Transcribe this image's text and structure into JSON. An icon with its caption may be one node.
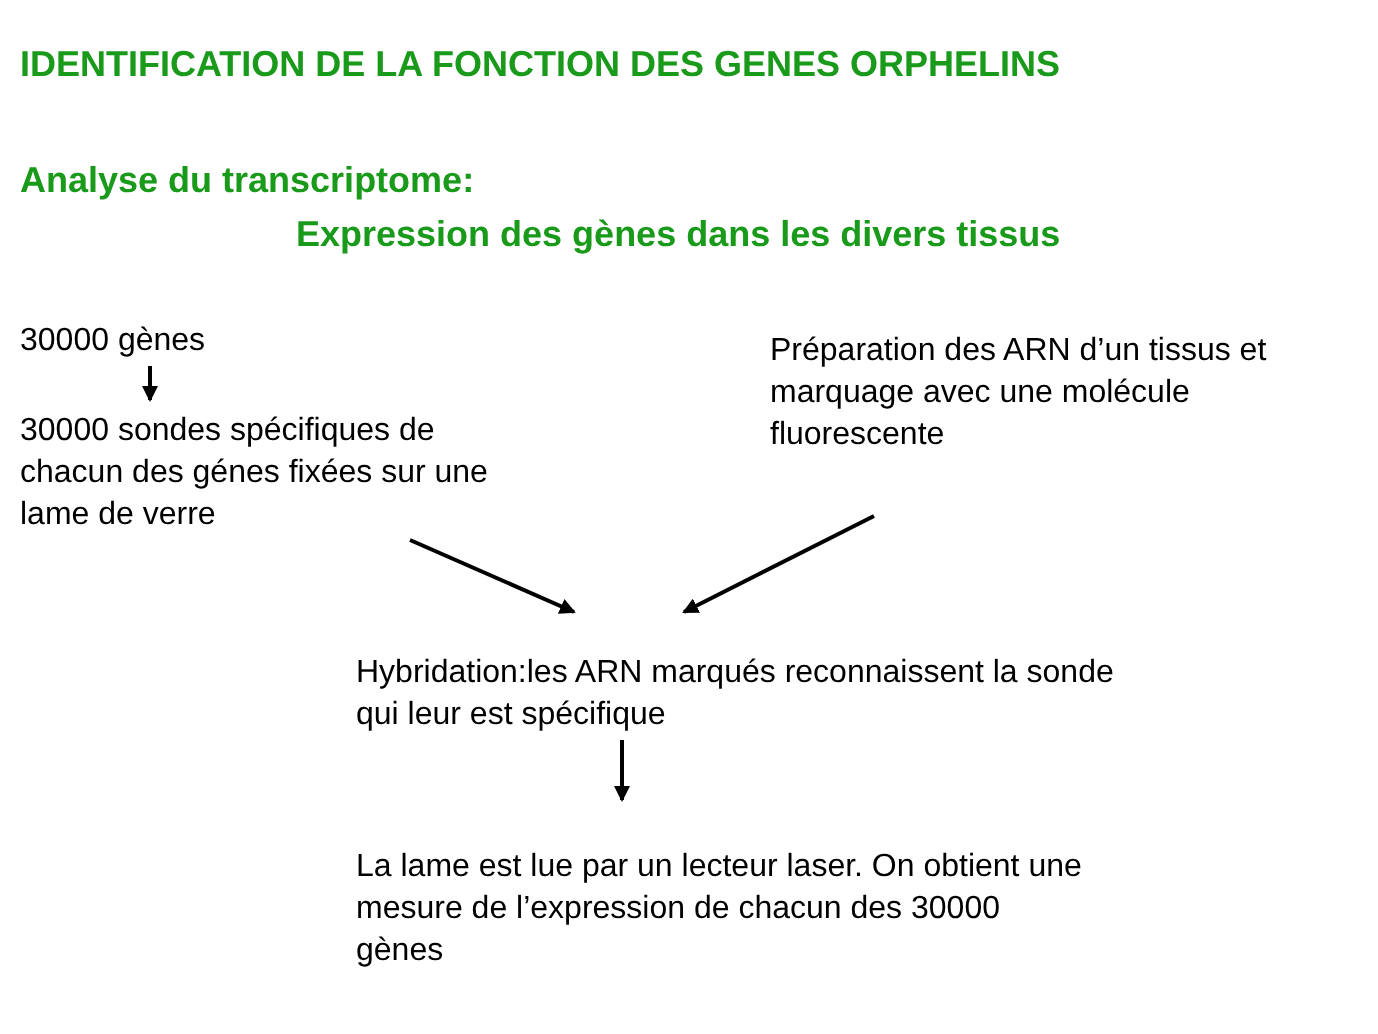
{
  "diagram": {
    "title": "IDENTIFICATION DE LA FONCTION DES GENES ORPHELINS",
    "labels": [
      "Analyse du transcriptome:",
      "Expression des gènes dans les divers tissus"
    ],
    "nodes": [
      {
        "text": [
          "30000 gènes"
        ]
      },
      {
        "text": [
          "30000 sondes spécifiques de chacun des génes fixées sur une lame de verre"
        ]
      },
      {
        "text": [
          "Préparation des ARN d’un tissus et marquage avec une molécule fluorescente"
        ]
      },
      {
        "text": [
          "Hybridation:les ARN marqués reconnaissent la sonde qui leur est spécifique"
        ]
      },
      {
        "text": [
          "La lame est lue par un lecteur laser. On obtient une mesure de l’expression de chacun des 30000 gènes"
        ]
      }
    ],
    "edges": [
      {
        "from": 0,
        "to": 1,
        "arrow": "to"
      },
      {
        "from": 1,
        "to": 3,
        "arrow": "to"
      },
      {
        "from": 2,
        "to": 3,
        "arrow": "to"
      },
      {
        "from": 3,
        "to": 4,
        "arrow": "to"
      }
    ]
  }
}
